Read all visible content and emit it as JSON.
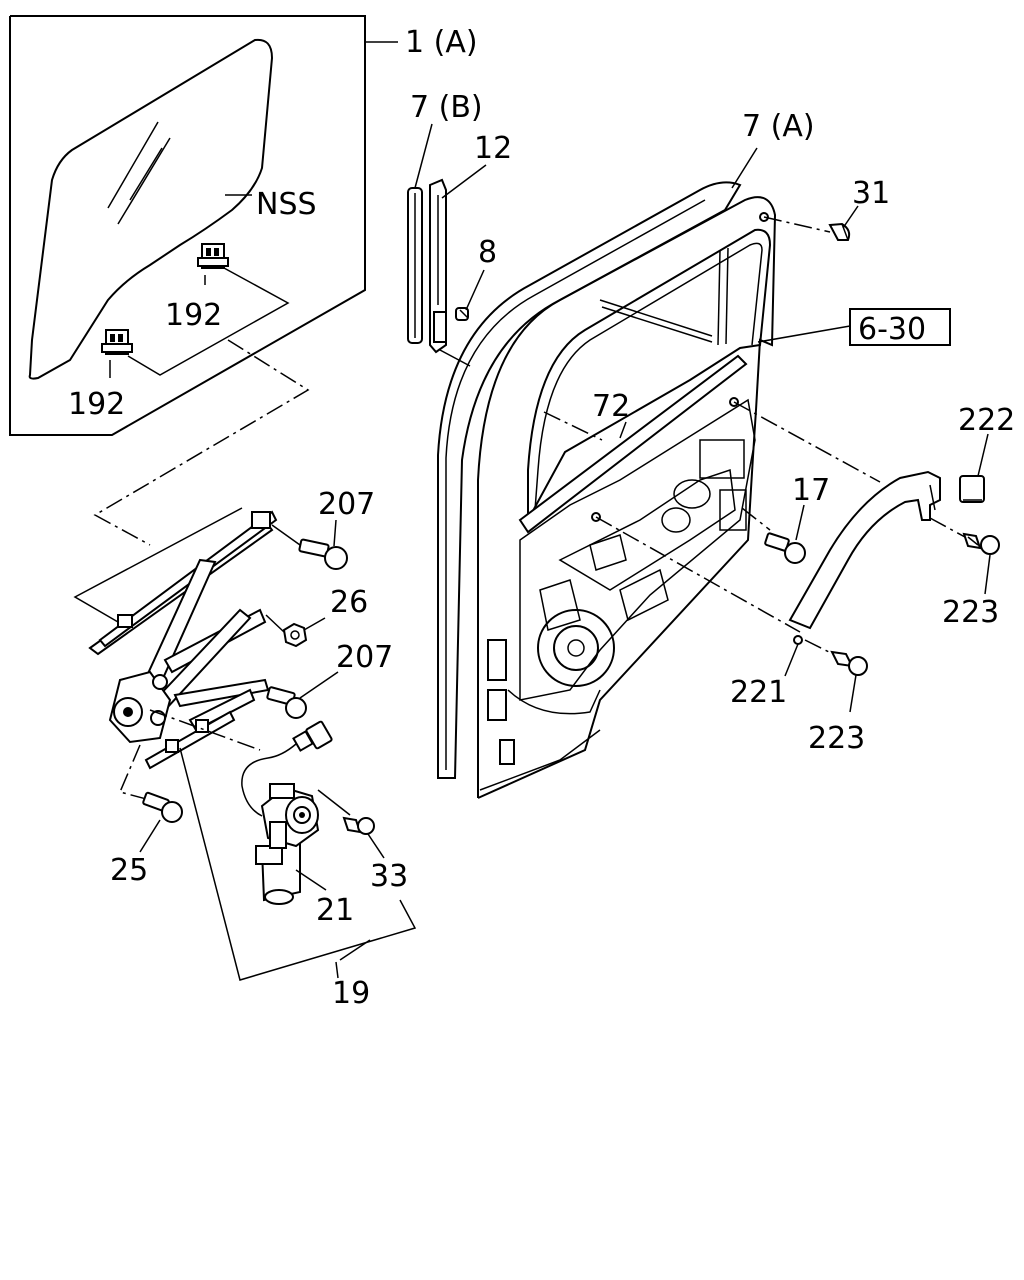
{
  "callouts": {
    "glass_assembly": "1 (A)",
    "glass_type": "NSS",
    "glass_clip_upper": "192",
    "glass_clip_lower": "192",
    "run_channel_b": "7 (B)",
    "guide_rail": "12",
    "guide_bolt": "8",
    "door_seal_a": "7 (A)",
    "clip_31": "31",
    "section_ref": "6-30",
    "belt_molding": "72",
    "bolt_17": "17",
    "cap_222": "222",
    "screw_223_right": "223",
    "clip_221": "221",
    "screw_223_lower": "223",
    "bolt_207_upper": "207",
    "nut_26": "26",
    "bolt_207_lower": "207",
    "bolt_25": "25",
    "screw_33": "33",
    "motor_21": "21",
    "regulator_assembly_19": "19"
  }
}
